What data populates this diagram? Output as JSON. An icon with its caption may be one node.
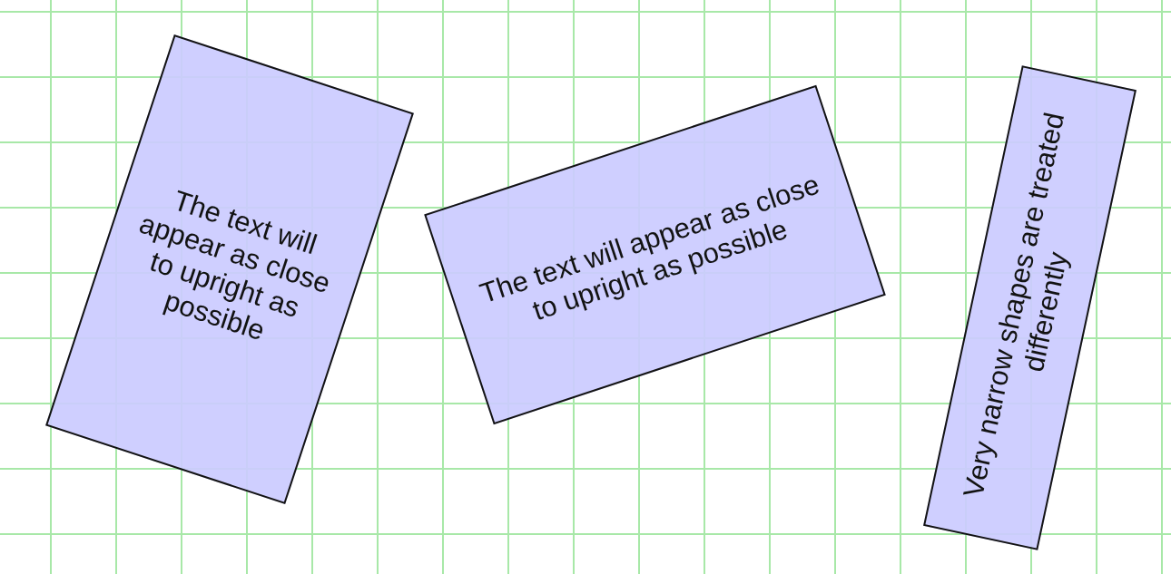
{
  "diagram": {
    "nodes": [
      {
        "text": [
          "The text will appear as close to upright as possible"
        ]
      },
      {
        "text": [
          "The text will appear as close to upright as possible"
        ]
      },
      {
        "text": [
          "Very narrow shapes are treated differently"
        ]
      }
    ]
  }
}
